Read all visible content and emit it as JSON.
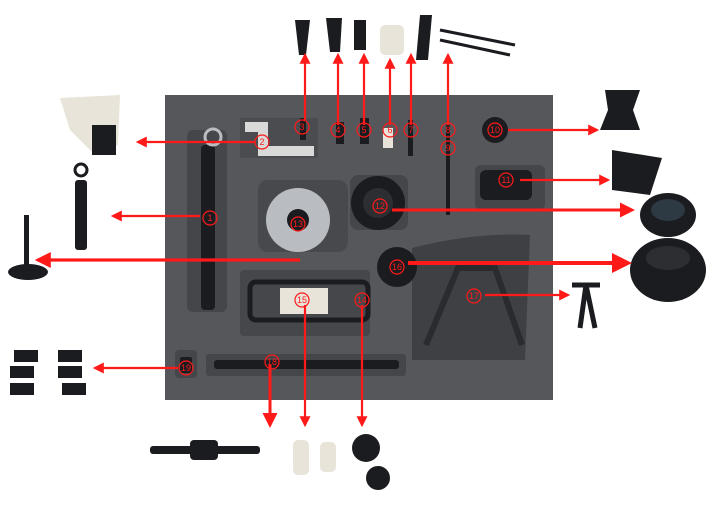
{
  "colors": {
    "background": "#ffffff",
    "tray": "#56575b",
    "tray_recess": "#3f4044",
    "arrow": "#ff1a1a",
    "tool_dark": "#1b1c1f",
    "tool_metal": "#b9bcc0",
    "tool_light": "#e8e4da"
  },
  "tray": {
    "callouts": [
      "1",
      "2",
      "3",
      "4",
      "5",
      "6",
      "7",
      "8",
      "9",
      "10",
      "11",
      "12",
      "13",
      "14",
      "15",
      "16",
      "17",
      "18",
      "19"
    ]
  },
  "icons": [
    "tool-tray-icon",
    "red-arrow-icon",
    "callout-circle-icon"
  ]
}
